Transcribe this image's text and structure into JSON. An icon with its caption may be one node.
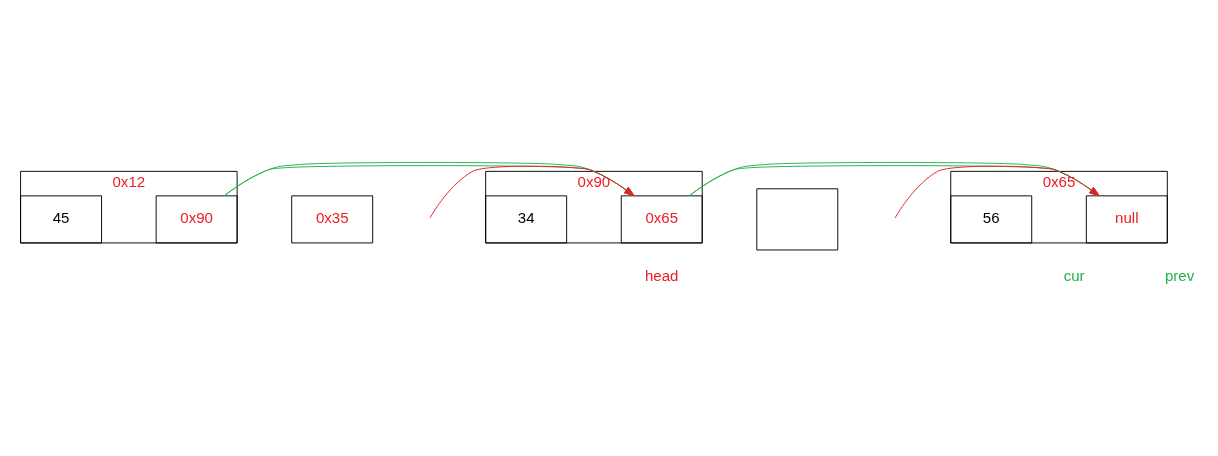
{
  "diagram": {
    "nodes": [
      {
        "text": [
          "0x12"
        ]
      },
      {
        "text": [
          "45"
        ],
        "in": 0
      },
      {
        "text": [
          "0x90"
        ],
        "in": 0
      },
      {
        "text": [
          "0x35"
        ]
      },
      {
        "text": [
          "0x90"
        ]
      },
      {
        "text": [
          "34"
        ],
        "in": 4
      },
      {
        "text": [
          "0x65"
        ],
        "in": 4
      },
      {
        "text": [],
        "shape": "box"
      },
      {
        "text": [
          "0x65"
        ]
      },
      {
        "text": [
          "56"
        ],
        "in": 8
      },
      {
        "text": [
          "null"
        ],
        "in": 8
      }
    ],
    "edges": [
      {
        "from": 2,
        "to": 4,
        "arrow": "to",
        "color": "#22b14c"
      },
      {
        "from": null,
        "to": 6,
        "arrow": "to",
        "color": "#ed1c24"
      },
      {
        "from": 6,
        "to": 8,
        "arrow": "to",
        "color": "#22b14c"
      },
      {
        "from": null,
        "to": 10,
        "arrow": "to",
        "color": "#ed1c24"
      }
    ],
    "labels": [
      "head",
      "cur",
      "prev"
    ]
  }
}
